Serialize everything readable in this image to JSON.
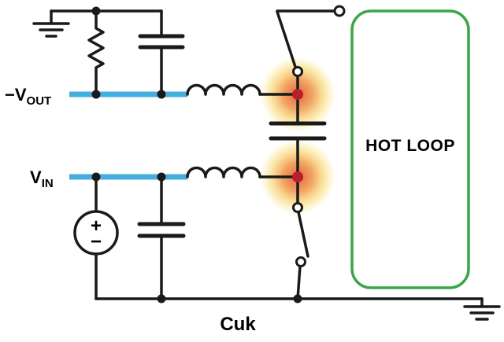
{
  "labels": {
    "vout_prefix": "−V",
    "vout_sub": "OUT",
    "vin_prefix": "V",
    "vin_sub": "IN",
    "hot_loop": "HOT LOOP",
    "caption": "Cuk",
    "source_plus": "+",
    "source_minus": "−"
  },
  "colors": {
    "wire": "#1a1a1a",
    "rail_highlight": "#45aede",
    "switch_node_red": "#b5202a",
    "glow_core": "#e05a3c",
    "glow_mid": "#ef8f3c",
    "glow_edge": "#f9e04a",
    "hot_loop_outline": "#3aa648",
    "label_text": "#000000",
    "background": "#ffffff"
  },
  "components": {
    "grounds": [
      "ground-icon-top-left",
      "ground-icon-bottom-right"
    ],
    "resistor": "resistor-icon",
    "capacitors": [
      "capacitor-icon-output-filter",
      "capacitor-icon-coupling",
      "capacitor-icon-input-filter"
    ],
    "inductors": [
      "inductor-icon-output",
      "inductor-icon-input"
    ],
    "switches": [
      "switch-icon-top",
      "switch-icon-bottom"
    ],
    "voltage_source": "voltage-source-icon"
  }
}
